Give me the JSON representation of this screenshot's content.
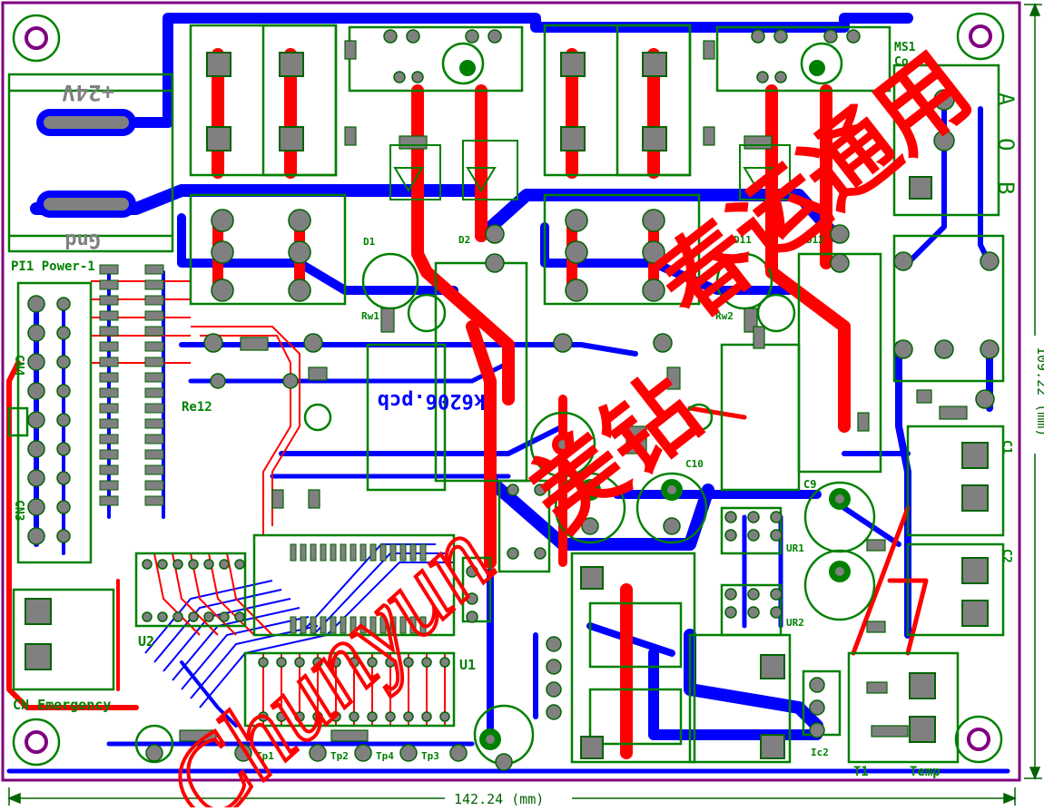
{
  "board": {
    "colors": {
      "background": "#ffffff",
      "outline": "#800080",
      "top_copper": "#ff0000",
      "bottom_copper": "#0000ff",
      "silkscreen": "#008000",
      "pad": "#808080",
      "dimension": "#006400",
      "watermark": "#ff0000"
    },
    "dimensions": {
      "width": "142.24 (mm)",
      "height": "109.22 (mm)"
    },
    "file_label": "k6206.pcb",
    "watermark": {
      "latin": "Chunyun",
      "chinese_top": "春运通用",
      "chinese_mid": "美钻"
    },
    "labels": {
      "power_plus": "+24V",
      "power_gnd": "Gnd",
      "power_conn": "PI1  Power-1",
      "emergency": "CN  Emergency",
      "u2": "U2",
      "u1": "U1",
      "temp": "Temp",
      "t1": "T1",
      "ms1": "MS1",
      "cc": "Co...",
      "c1": "C1",
      "c2": "C2",
      "c9": "C9",
      "c10": "C10",
      "re12": "Re12",
      "cn3": "CN3",
      "cn4": "CN4",
      "rw1": "Rw1",
      "rw2": "Rw2",
      "d1": "D1",
      "d2": "D2",
      "d11": "D11",
      "d12": "D12",
      "tp1": "Tp1",
      "tp2": "Tp2",
      "tp3": "Tp3",
      "tp4": "Tp4",
      "ic2": "Ic2",
      "mod_a": "A",
      "mod_o": "O",
      "mod_b": "B",
      "ur1": "UR1",
      "ur2": "UR2"
    }
  }
}
